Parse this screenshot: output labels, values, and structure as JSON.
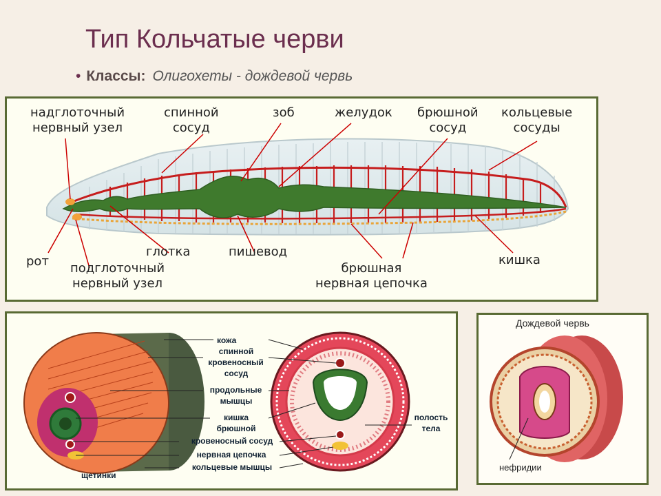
{
  "title": "Тип Кольчатые  черви",
  "subtitle": {
    "bullet": "•",
    "label": "Классы:",
    "text": "Олигохеты - дождевой червь"
  },
  "longitudinal": {
    "labels": [
      {
        "line1": "надглоточный",
        "line2": "нервный узел"
      },
      {
        "line1": "спинной",
        "line2": "сосуд"
      },
      {
        "line1": "зоб"
      },
      {
        "line1": "желудок"
      },
      {
        "line1": "брюшной",
        "line2": "сосуд"
      },
      {
        "line1": "кольцевые",
        "line2": "сосуды"
      },
      {
        "line1": "рот"
      },
      {
        "line1": "подглоточный",
        "line2": "нервный узел"
      },
      {
        "line1": "глотка"
      },
      {
        "line1": "пишевод"
      },
      {
        "line1": "брюшная",
        "line2": "нервная цепочка"
      },
      {
        "line1": "кишка"
      }
    ]
  },
  "cross_section": {
    "labels": [
      "кожа",
      "спинной",
      "кровеносный",
      "сосуд",
      "продольные",
      "мышцы",
      "кишка",
      "брюшной",
      "кровеносный сосуд",
      "нервная цепочка",
      "кольцевые мышцы",
      "щетинки",
      "полость",
      "тела"
    ]
  },
  "earthworm": {
    "title": "Дождевой червь",
    "label": "нефридии"
  }
}
